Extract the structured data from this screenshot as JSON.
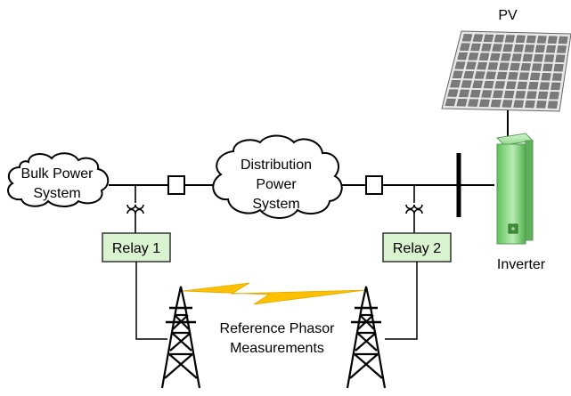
{
  "diagram": {
    "pv_label": "PV",
    "bulk_line1": "Bulk Power",
    "bulk_line2": "System",
    "dist_line1": "Distribution",
    "dist_line2": "Power",
    "dist_line3": "System",
    "relay1_label": "Relay 1",
    "relay2_label": "Relay 2",
    "inverter_label": "Inverter",
    "ref_line1": "Reference Phasor",
    "ref_line2": "Measurements"
  },
  "colors": {
    "relay_fill": "#d9f2cf",
    "relay_stroke": "#333333",
    "inverter": "#7fd47a",
    "lightning": "#ffc000",
    "panel": "#7a7a7a"
  },
  "icons": [
    "cloud-shape",
    "breaker-box",
    "current-transformer-icon",
    "pv-panel-icon",
    "inverter-icon",
    "transmission-tower-icon",
    "lightning-bolt-icon"
  ]
}
